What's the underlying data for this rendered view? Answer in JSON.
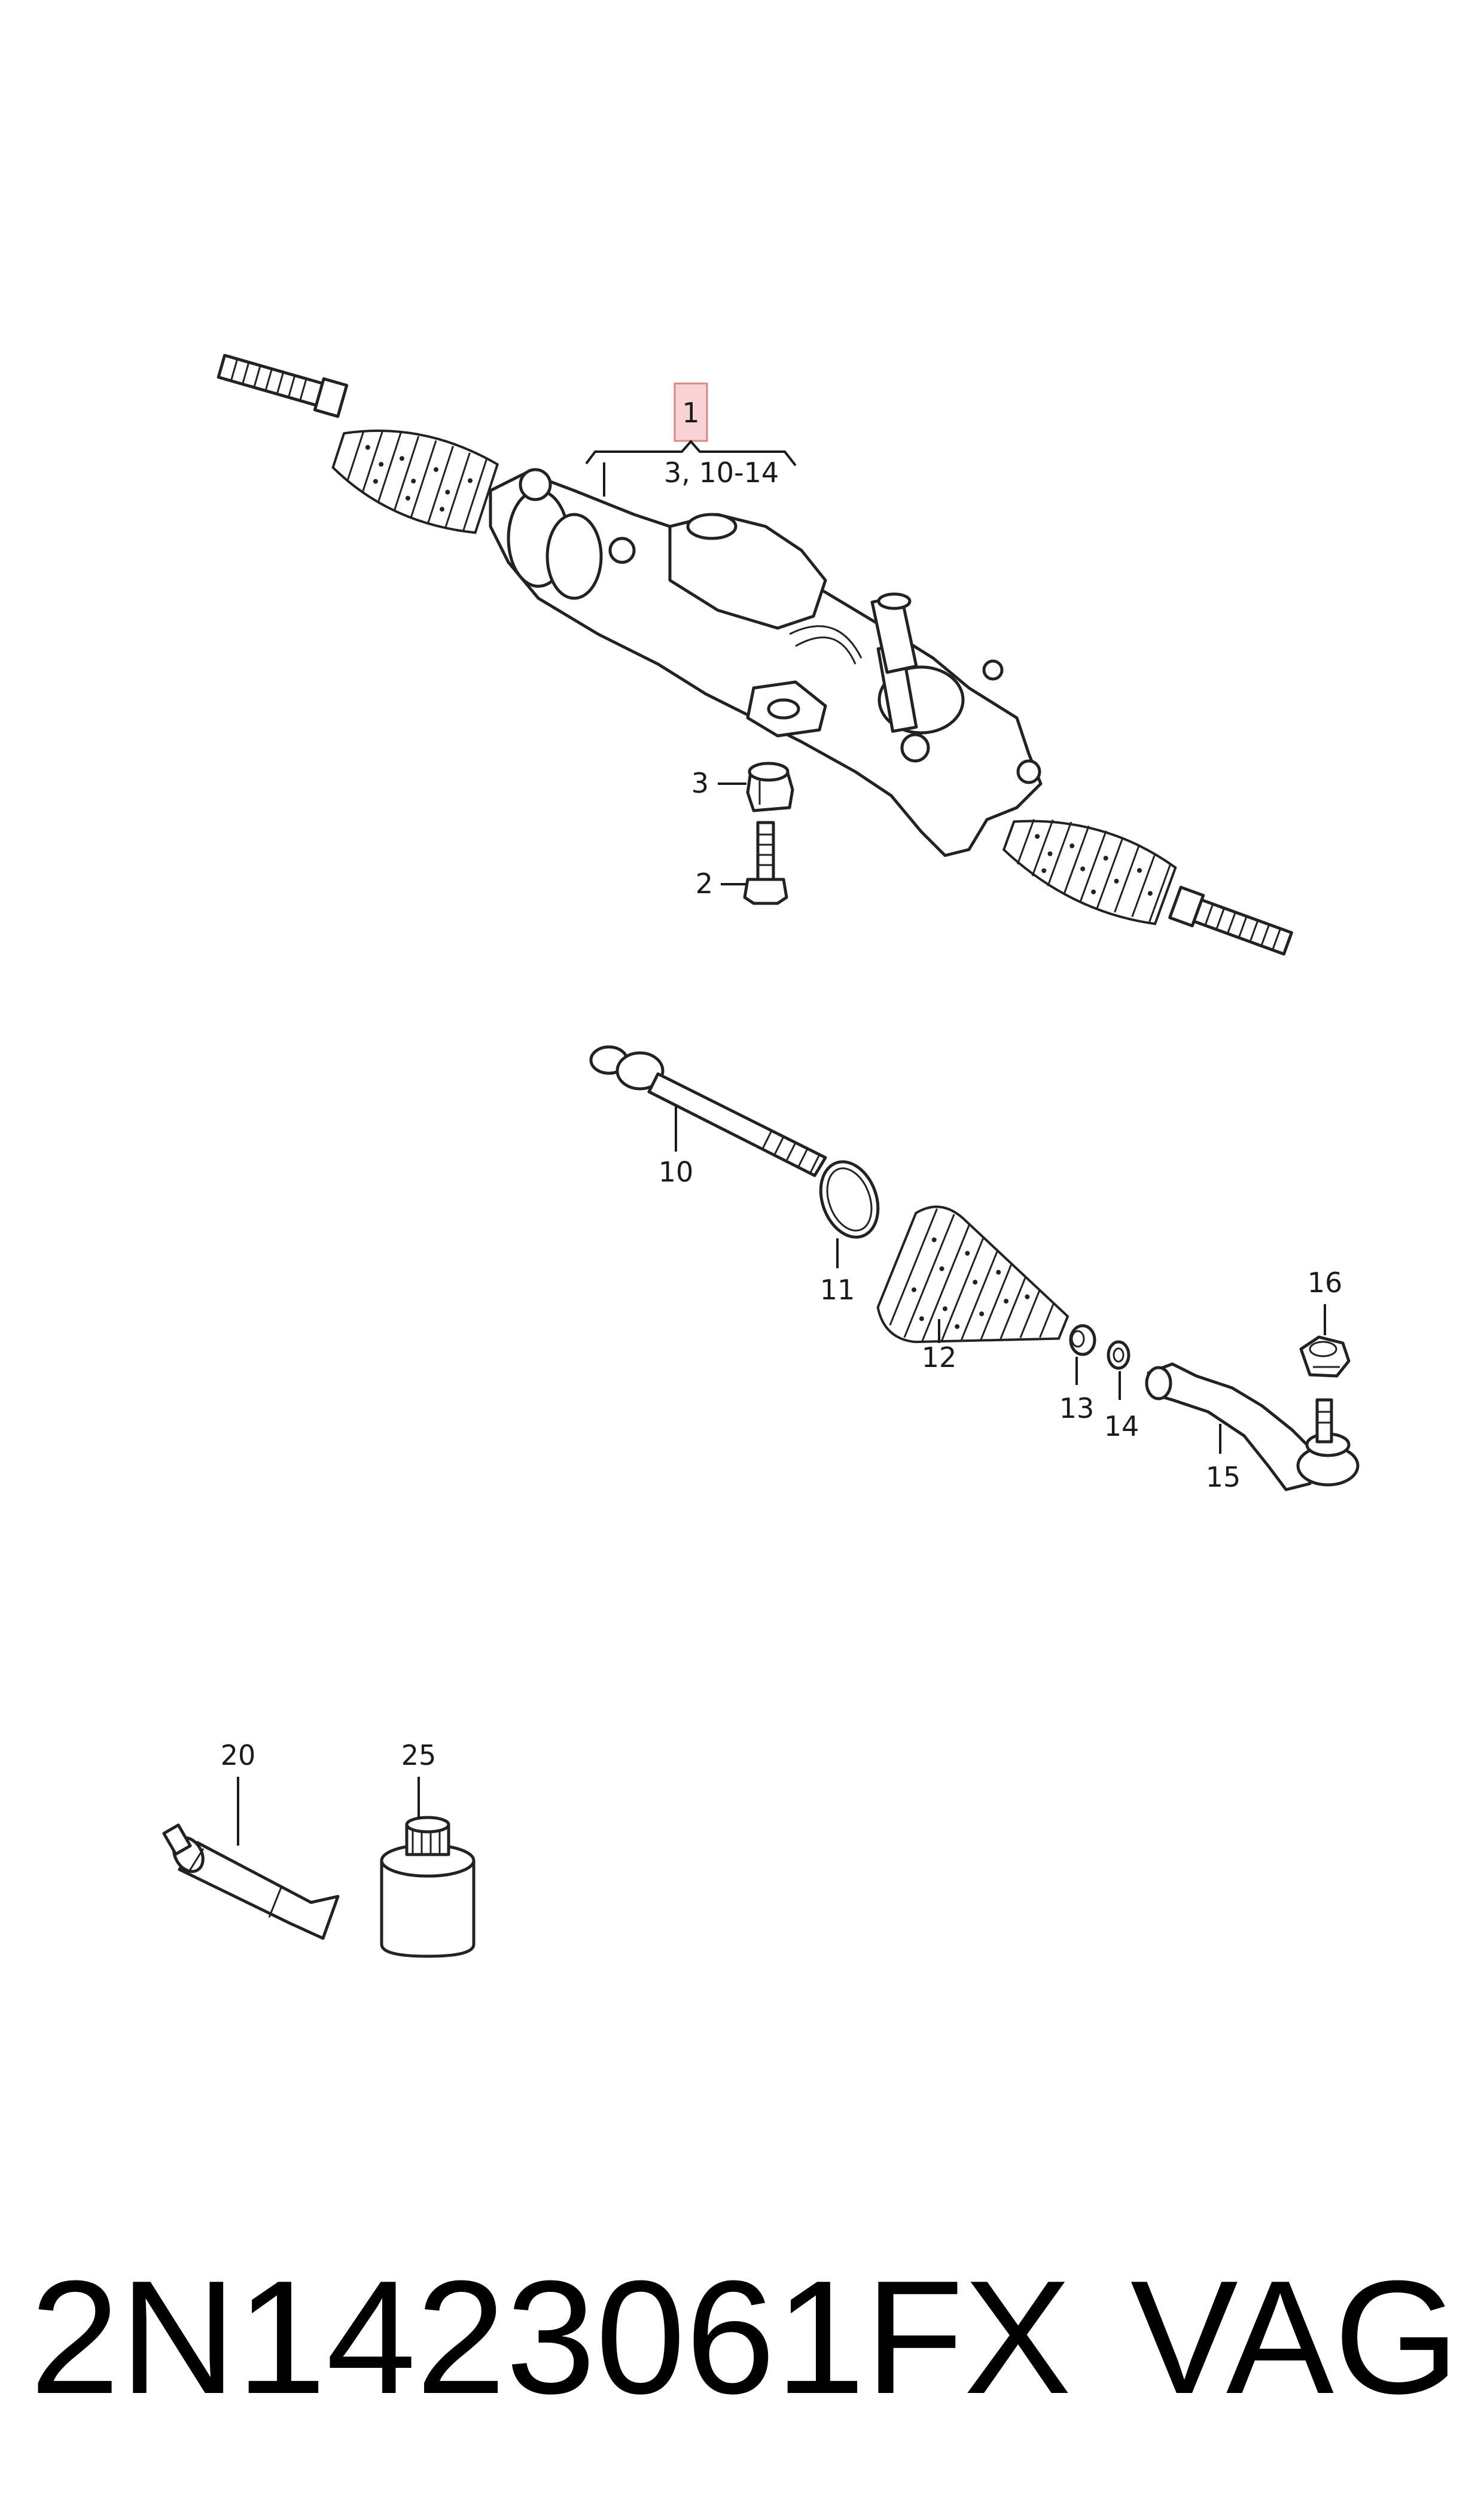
{
  "diagram": {
    "callouts": {
      "main_part": "1",
      "main_part_includes": "3, 10-14",
      "bolt": "2",
      "bush": "3",
      "tie_rod": "10",
      "clip": "11",
      "boot": "12",
      "small_clip": "13",
      "nut_ring": "14",
      "tie_rod_end": "15",
      "nut": "16",
      "grease_tube": "20",
      "container": "25"
    },
    "footer": {
      "part_number": "2N1423061FX",
      "brand": "VAG"
    },
    "colors": {
      "highlight_fill": "#f9d3d3",
      "line": "#222222"
    }
  }
}
